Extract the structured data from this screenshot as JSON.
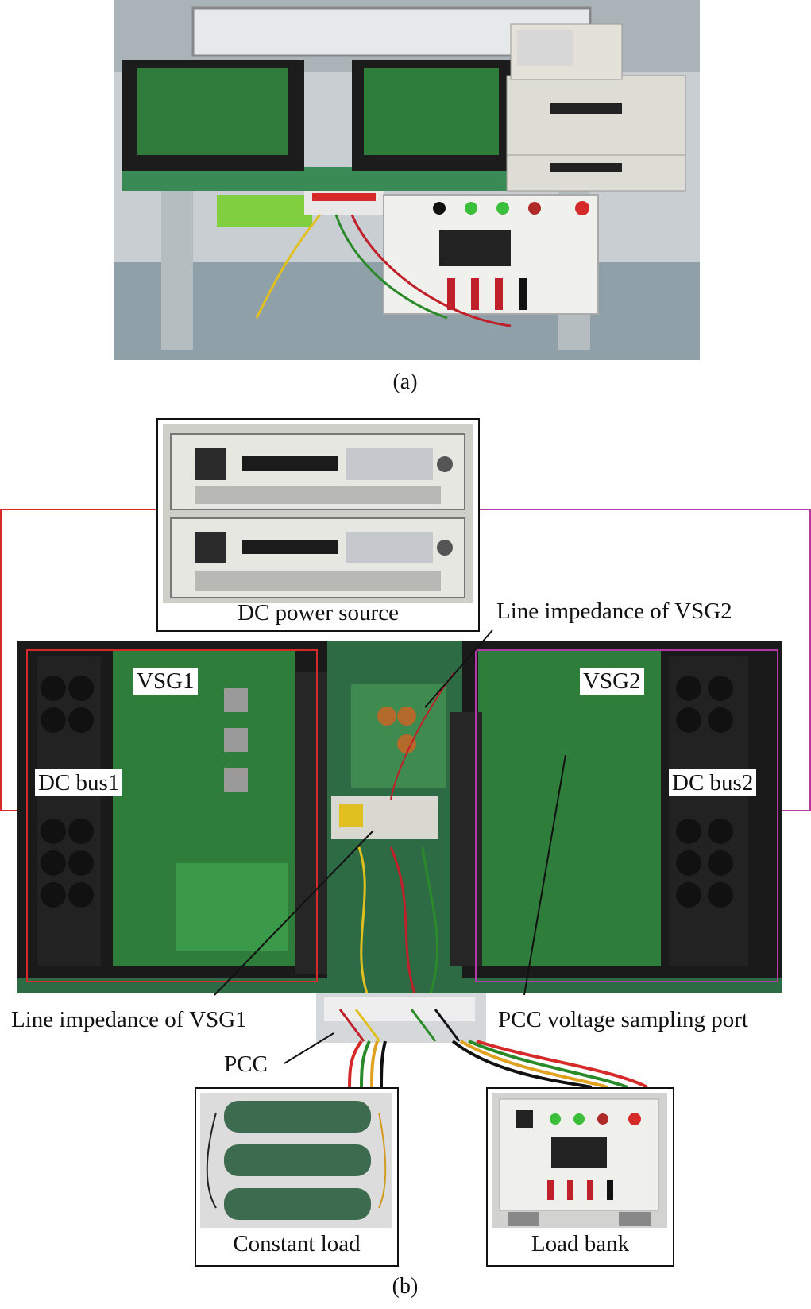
{
  "caption_a": "(a)",
  "caption_b": "(b)",
  "labels": {
    "dc_power_source": "DC power source",
    "line_impedance_vsg2": "Line impedance of VSG2",
    "vsg1": "VSG1",
    "vsg2": "VSG2",
    "dc_bus1": "DC bus1",
    "dc_bus2": "DC bus2",
    "line_impedance_vsg1": "Line impedance of VSG1",
    "pcc_voltage_sampling_port": "PCC voltage sampling port",
    "pcc": "PCC",
    "constant_load": "Constant load",
    "load_bank": "Load bank"
  },
  "colors": {
    "vsg1_frame": "#d62a2a",
    "vsg2_frame": "#b23aa6",
    "pcb_green": "#2f7d3a",
    "table_green": "#2c6b44",
    "equipment_grey": "#d9d9d4"
  }
}
